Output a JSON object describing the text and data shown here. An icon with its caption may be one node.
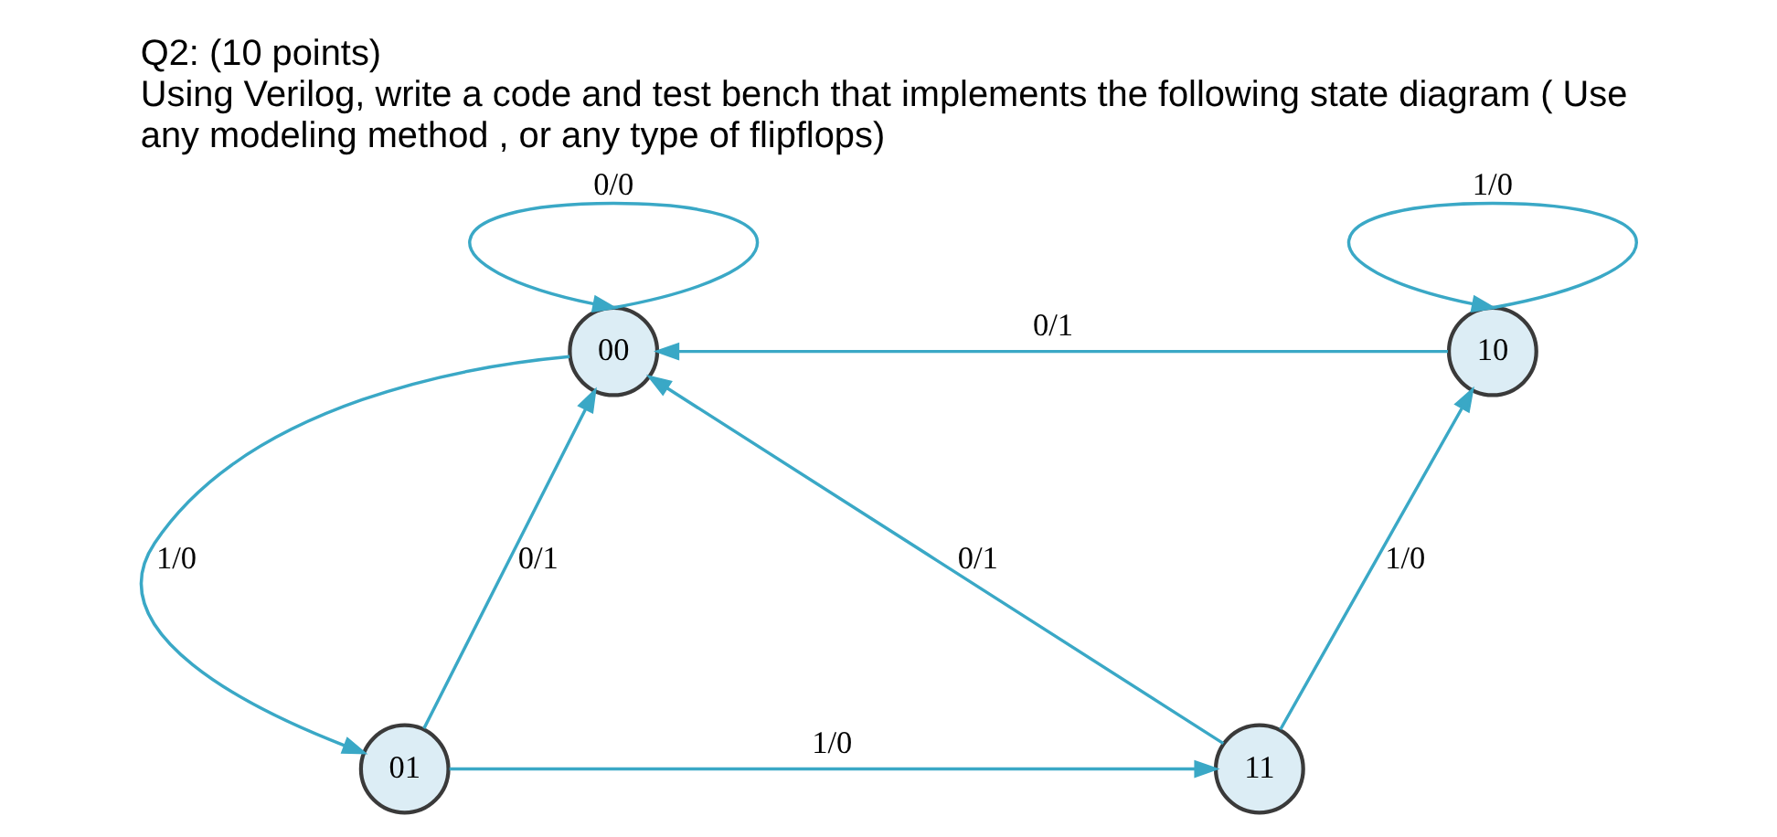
{
  "diagram": {
    "title": "Q2: (10 points)",
    "caption": "Using Verilog, write a code and test bench that implements the following state diagram ( Use any modeling method , or any type of flipflops)",
    "nodes": [
      {
        "text": [
          "00"
        ]
      },
      {
        "text": [
          "10"
        ]
      },
      {
        "text": [
          "01"
        ]
      },
      {
        "text": [
          "11"
        ]
      }
    ],
    "edges": [
      {
        "from": 0,
        "to": 0,
        "arrow": "to",
        "label": "0/0"
      },
      {
        "from": 1,
        "to": 1,
        "arrow": "to",
        "label": "1/0"
      },
      {
        "from": 1,
        "to": 0,
        "arrow": "to",
        "label": "0/1"
      },
      {
        "from": 0,
        "to": 2,
        "arrow": "to",
        "label": "1/0"
      },
      {
        "from": 2,
        "to": 0,
        "arrow": "to",
        "label": "0/1"
      },
      {
        "from": 3,
        "to": 0,
        "arrow": "to",
        "label": "0/1"
      },
      {
        "from": 3,
        "to": 1,
        "arrow": "to",
        "label": "1/0"
      },
      {
        "from": 2,
        "to": 3,
        "arrow": "to",
        "label": "1/0"
      }
    ]
  }
}
